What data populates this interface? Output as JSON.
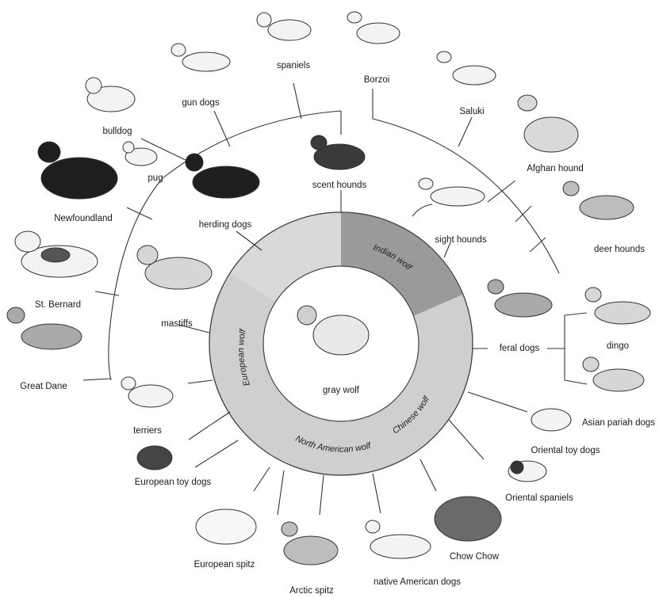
{
  "center": {
    "name": "gray wolf"
  },
  "ring": {
    "indian": "Indian wolf",
    "european": "European wolf",
    "chinese": "Chinese wolf",
    "north_american": "North American wolf"
  },
  "breeds": [
    {
      "key": "spaniels",
      "label": "spaniels"
    },
    {
      "key": "borzoi",
      "label": "Borzoi"
    },
    {
      "key": "saluki",
      "label": "Saluki"
    },
    {
      "key": "gun_dogs",
      "label": "gun dogs"
    },
    {
      "key": "bulldog",
      "label": "bulldog"
    },
    {
      "key": "pug",
      "label": "pug"
    },
    {
      "key": "afghan",
      "label": "Afghan hound"
    },
    {
      "key": "scent",
      "label": "scent hounds"
    },
    {
      "key": "newfoundland",
      "label": "Newfoundland"
    },
    {
      "key": "herding",
      "label": "herding dogs"
    },
    {
      "key": "sight",
      "label": "sight hounds"
    },
    {
      "key": "deer",
      "label": "deer hounds"
    },
    {
      "key": "stbernard",
      "label": "St. Bernard"
    },
    {
      "key": "mastiffs",
      "label": "mastiffs"
    },
    {
      "key": "dingo",
      "label": "dingo"
    },
    {
      "key": "feral",
      "label": "feral dogs"
    },
    {
      "key": "greatdane",
      "label": "Great Dane"
    },
    {
      "key": "terriers",
      "label": "terriers"
    },
    {
      "key": "pariah",
      "label": "Asian pariah dogs"
    },
    {
      "key": "orient_toy",
      "label": "Oriental toy dogs"
    },
    {
      "key": "euro_toy",
      "label": "European toy dogs"
    },
    {
      "key": "orient_span",
      "label": "Oriental spaniels"
    },
    {
      "key": "chow",
      "label": "Chow Chow"
    },
    {
      "key": "euro_spitz",
      "label": "European spitz"
    },
    {
      "key": "native_am",
      "label": "native American dogs"
    },
    {
      "key": "arctic",
      "label": "Arctic spitz"
    }
  ]
}
